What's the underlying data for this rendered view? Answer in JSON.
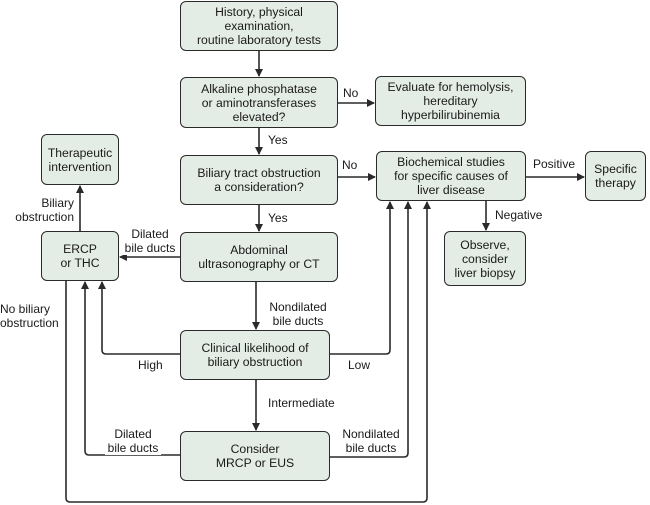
{
  "diagram": {
    "type": "clinical-flowchart",
    "colors": {
      "box_fill": "#e3ece5",
      "line": "#2a2a2a",
      "background": "#ffffff"
    },
    "nodes": {
      "history": "History, physical\nexamination,\nroutine laboratory tests",
      "alkaline": "Alkaline phosphatase\nor aminotransferases\nelevated?",
      "evaluate": "Evaluate for hemolysis,\nhereditary\nhyperbilirubinemia",
      "therapeutic": "Therapeutic\nintervention",
      "biliary_tract": "Biliary tract obstruction\na consideration?",
      "biochemical": "Biochemical studies\nfor specific causes of\nliver disease",
      "specific_therapy": "Specific\ntherapy",
      "ercp": "ERCP\nor THC",
      "abdominal": "Abdominal\nultrasonography or CT",
      "observe": "Observe,\nconsider\nliver biopsy",
      "clinical": "Clinical likelihood of\nbiliary obstruction",
      "consider": "Consider\nMRCP or EUS"
    },
    "edge_labels": {
      "alkaline_no": "No",
      "alkaline_yes": "Yes",
      "biliary_no": "No",
      "biliary_yes": "Yes",
      "positive": "Positive",
      "negative": "Negative",
      "biliary_obstruction": "Biliary\nobstruction",
      "dilated_abdominal": "Dilated\nbile ducts",
      "no_biliary_obstruction": "No biliary\nobstruction",
      "nondilated_abdominal": "Nondilated\nbile ducts",
      "high": "High",
      "low": "Low",
      "intermediate": "Intermediate",
      "dilated_consider": "Dilated\nbile ducts",
      "nondilated_consider": "Nondilated\nbile ducts"
    },
    "edges": [
      {
        "from": "history",
        "to": "alkaline",
        "label": ""
      },
      {
        "from": "alkaline",
        "to": "evaluate",
        "label": "No"
      },
      {
        "from": "alkaline",
        "to": "biliary_tract",
        "label": "Yes"
      },
      {
        "from": "biliary_tract",
        "to": "biochemical",
        "label": "No"
      },
      {
        "from": "biliary_tract",
        "to": "abdominal",
        "label": "Yes"
      },
      {
        "from": "biochemical",
        "to": "specific_therapy",
        "label": "Positive"
      },
      {
        "from": "biochemical",
        "to": "observe",
        "label": "Negative"
      },
      {
        "from": "abdominal",
        "to": "ercp",
        "label": "Dilated bile ducts"
      },
      {
        "from": "abdominal",
        "to": "clinical",
        "label": "Nondilated bile ducts"
      },
      {
        "from": "ercp",
        "to": "therapeutic",
        "label": "Biliary obstruction"
      },
      {
        "from": "ercp",
        "to": "biochemical",
        "label": "No biliary obstruction"
      },
      {
        "from": "clinical",
        "to": "ercp",
        "label": "High"
      },
      {
        "from": "clinical",
        "to": "biochemical",
        "label": "Low"
      },
      {
        "from": "clinical",
        "to": "consider",
        "label": "Intermediate"
      },
      {
        "from": "consider",
        "to": "ercp",
        "label": "Dilated bile ducts"
      },
      {
        "from": "consider",
        "to": "biochemical",
        "label": "Nondilated bile ducts"
      }
    ]
  }
}
